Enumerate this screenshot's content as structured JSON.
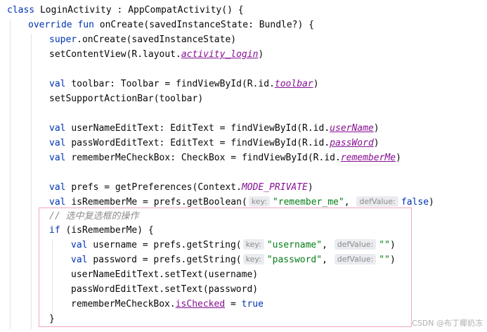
{
  "colors": {
    "keyword": "#0033b3",
    "string": "#067d17",
    "field": "#871094",
    "comment": "#8c8c8c",
    "hint_bg": "#ebecf0",
    "highlight_border": "#f4a6c4"
  },
  "code_lines": [
    [
      {
        "t": "class ",
        "c": "kw"
      },
      {
        "t": "LoginActivity : AppCompatActivity() {"
      }
    ],
    [
      {
        "t": "override fun ",
        "c": "kw"
      },
      {
        "t": "onCreate(savedInstanceState: Bundle?) {"
      }
    ],
    [
      {
        "t": "super",
        "c": "kw"
      },
      {
        "t": ".onCreate(savedInstanceState)"
      }
    ],
    [
      {
        "t": "setContentView(R.layout."
      },
      {
        "t": "activity_login",
        "c": "field"
      },
      {
        "t": ")"
      }
    ],
    [],
    [
      {
        "t": "val ",
        "c": "kw"
      },
      {
        "t": "toolbar: Toolbar = findViewById(R.id."
      },
      {
        "t": "toolbar",
        "c": "field"
      },
      {
        "t": ")"
      }
    ],
    [
      {
        "t": "setSupportActionBar(toolbar)"
      }
    ],
    [],
    [
      {
        "t": "val ",
        "c": "kw"
      },
      {
        "t": "userNameEditText: EditText = findViewById(R.id."
      },
      {
        "t": "userName",
        "c": "field"
      },
      {
        "t": ")"
      }
    ],
    [
      {
        "t": "val ",
        "c": "kw"
      },
      {
        "t": "passWordEditText: EditText = findViewById(R.id."
      },
      {
        "t": "passWord",
        "c": "field"
      },
      {
        "t": ")"
      }
    ],
    [
      {
        "t": "val ",
        "c": "kw"
      },
      {
        "t": "rememberMeCheckBox: CheckBox = findViewById(R.id."
      },
      {
        "t": "rememberMe",
        "c": "field"
      },
      {
        "t": ")"
      }
    ],
    [],
    [
      {
        "t": "val ",
        "c": "kw"
      },
      {
        "t": "prefs = getPreferences(Context."
      },
      {
        "t": "MODE_PRIVATE",
        "c": "const"
      },
      {
        "t": ")"
      }
    ],
    [
      {
        "t": "val ",
        "c": "kw"
      },
      {
        "t": "isRememberMe = prefs.getBoolean("
      },
      {
        "t": "key:",
        "c": "hint"
      },
      {
        "t": "\"remember_me\"",
        "c": "str"
      },
      {
        "t": ", "
      },
      {
        "t": "defValue:",
        "c": "hint"
      },
      {
        "t": "false",
        "c": "kw"
      },
      {
        "t": ")"
      }
    ],
    [
      {
        "t": "// 选中复选框的操作",
        "c": "comment"
      }
    ],
    [
      {
        "t": "if ",
        "c": "kw"
      },
      {
        "t": "(isRememberMe) {"
      }
    ],
    [
      {
        "t": "val ",
        "c": "kw"
      },
      {
        "t": "username = prefs.getString("
      },
      {
        "t": "key:",
        "c": "hint"
      },
      {
        "t": "\"username\"",
        "c": "str"
      },
      {
        "t": ", "
      },
      {
        "t": "defValue:",
        "c": "hint"
      },
      {
        "t": "\"\"",
        "c": "str"
      },
      {
        "t": ")"
      }
    ],
    [
      {
        "t": "val ",
        "c": "kw"
      },
      {
        "t": "password = prefs.getString("
      },
      {
        "t": "key:",
        "c": "hint"
      },
      {
        "t": "\"password\"",
        "c": "str"
      },
      {
        "t": ", "
      },
      {
        "t": "defValue:",
        "c": "hint"
      },
      {
        "t": "\"\"",
        "c": "str"
      },
      {
        "t": ")"
      }
    ],
    [
      {
        "t": "userNameEditText.setText(username)"
      }
    ],
    [
      {
        "t": "passWordEditText.setText(password)"
      }
    ],
    [
      {
        "t": "rememberMeCheckBox."
      },
      {
        "t": "isChecked",
        "c": "prop"
      },
      {
        "t": " = "
      },
      {
        "t": "true",
        "c": "kw"
      }
    ],
    [
      {
        "t": "}"
      }
    ]
  ],
  "watermark": "CSDN @布丁椰奶冻"
}
